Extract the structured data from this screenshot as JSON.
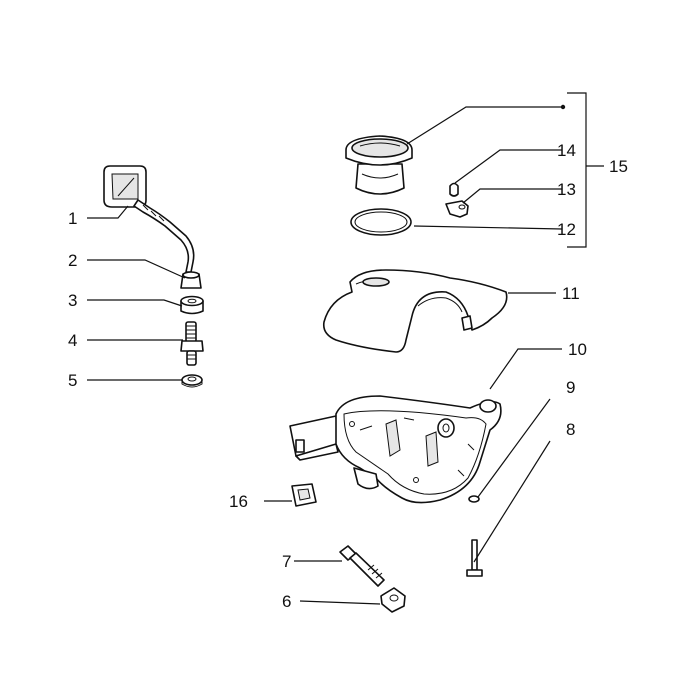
{
  "callouts": {
    "n1": "1",
    "n2": "2",
    "n3": "3",
    "n4": "4",
    "n5": "5",
    "n6": "6",
    "n7": "7",
    "n8": "8",
    "n9": "9",
    "n10": "10",
    "n11": "11",
    "n12": "12",
    "n13": "13",
    "n14": "14",
    "n15": "15",
    "n16": "16"
  },
  "colors": {
    "ink": "#111111",
    "paper": "#ffffff",
    "shade": "#e6e6e6"
  }
}
